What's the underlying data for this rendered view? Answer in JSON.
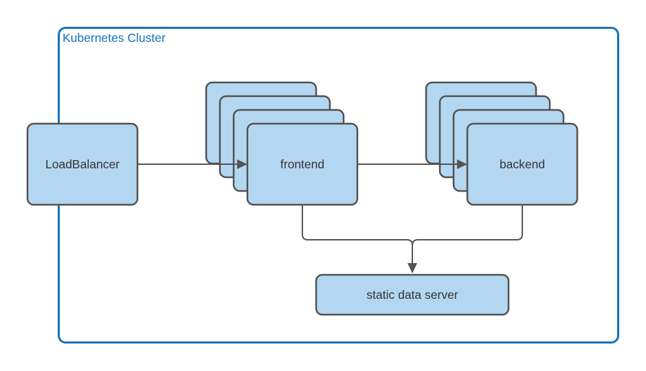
{
  "diagram": {
    "type": "architecture-diagram",
    "cluster": {
      "label": "Kubernetes Cluster"
    },
    "nodes": {
      "loadbalancer": {
        "label": "LoadBalancer",
        "stack_count": 1
      },
      "frontend": {
        "label": "frontend",
        "stack_count": 4
      },
      "backend": {
        "label": "backend",
        "stack_count": 4
      },
      "static_data_server": {
        "label": "static data server",
        "stack_count": 1
      }
    },
    "edges": [
      {
        "from": "LoadBalancer",
        "to": "frontend",
        "style": "arrow-right"
      },
      {
        "from": "frontend",
        "to": "backend",
        "style": "arrow-right"
      },
      {
        "from": "frontend",
        "to": "static data server",
        "style": "arrow-down-merged"
      },
      {
        "from": "backend",
        "to": "static data server",
        "style": "arrow-down-merged"
      }
    ],
    "colors": {
      "cluster_border": "#1274b8",
      "cluster_label": "#1274b8",
      "node_fill": "#b4d7f1",
      "node_border": "#515151",
      "connector": "#545454",
      "node_label_text": "#333333",
      "background": "#ffffff"
    }
  }
}
